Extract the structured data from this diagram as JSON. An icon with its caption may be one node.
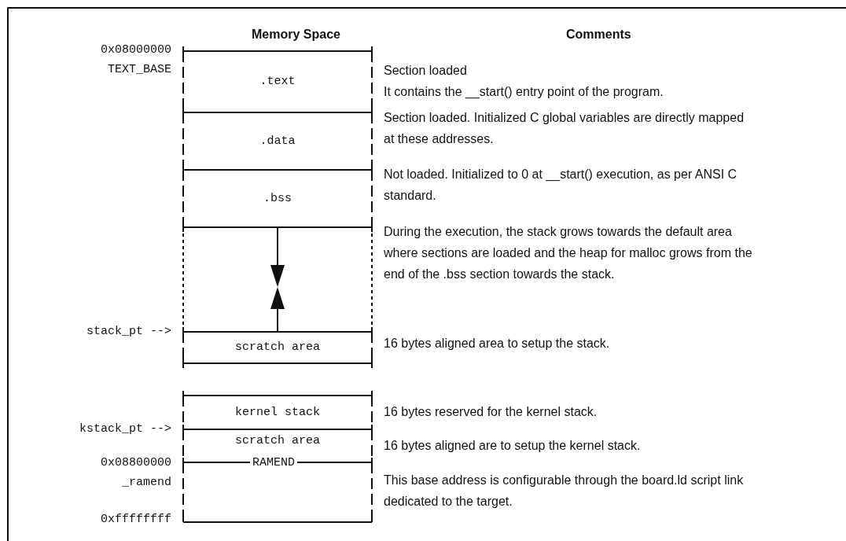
{
  "diagram": {
    "nodes": [
      {
        "text": [
          ".text"
        ]
      },
      {
        "text": [
          ".data"
        ]
      },
      {
        "text": [
          ".bss"
        ]
      },
      {
        "text": [],
        "shape": "box"
      },
      {
        "text": [
          "scratch area"
        ]
      },
      {
        "text": [
          "kernel stack"
        ]
      },
      {
        "text": [
          "scratch area"
        ]
      },
      {
        "text": [],
        "shape": "box"
      }
    ],
    "labels": [
      "Memory Space",
      "Comments",
      "0x08000000",
      "TEXT_BASE",
      "Section loaded",
      "It contains the __start() entry point of the program.",
      "Section loaded. Initialized C global variables are directly mapped at these addresses.",
      "Not loaded. Initialized to 0 at __start() execution, as per ANSI C standard.",
      "During the execution, the stack grows towards the default area where sections are loaded and the heap for malloc grows from the end of the .bss section towards the stack.",
      "stack_pt -->",
      "16 bytes aligned area to setup the stack.",
      "16 bytes reserved for the kernel stack.",
      "kstack_pt -->",
      "16 bytes aligned are to setup the kernel stack.",
      "0x08800000",
      "RAMEND",
      "_ramend",
      "This base address is configurable through the board.ld script link dedicated to the target.",
      "0xffffffff"
    ]
  }
}
